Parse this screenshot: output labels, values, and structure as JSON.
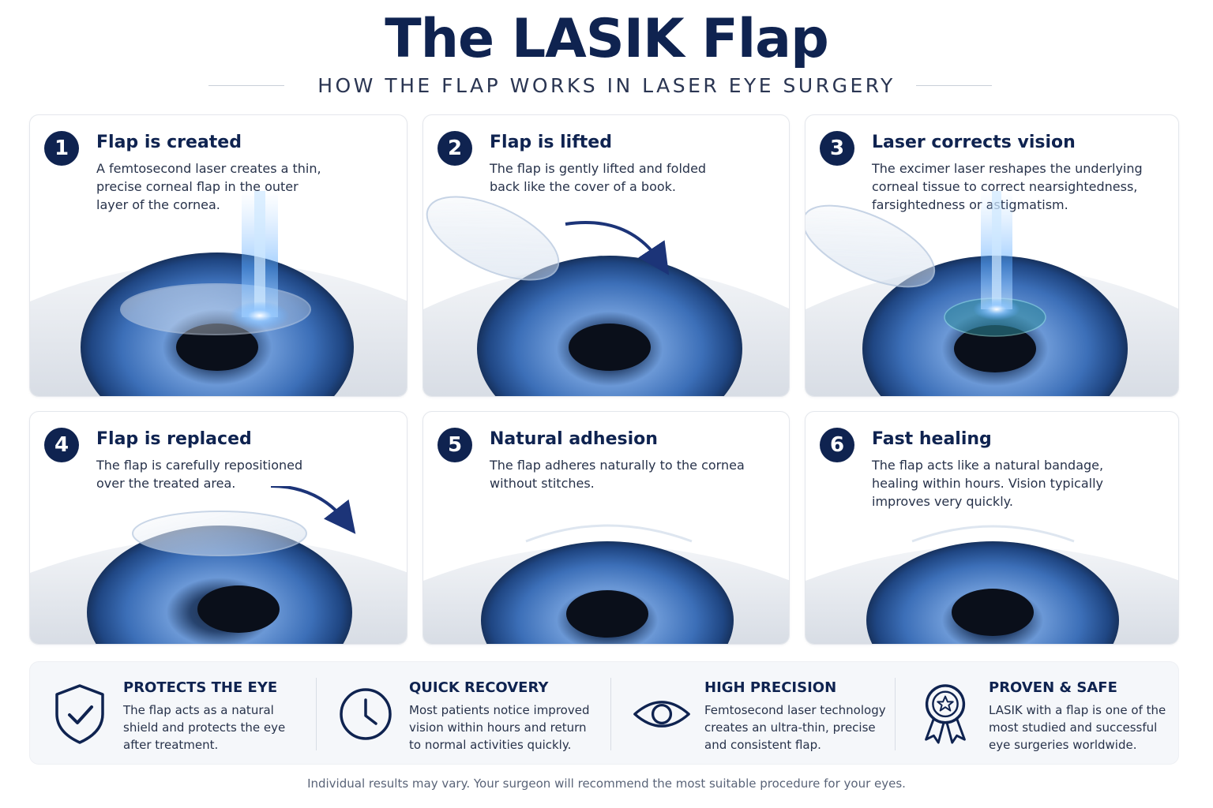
{
  "header": {
    "title": "The LASIK Flap",
    "subtitle": "HOW THE FLAP WORKS IN LASER EYE SURGERY"
  },
  "steps": [
    {
      "number": "1",
      "title": "Flap is created",
      "lines": [
        "A femtosecond laser creates a thin,",
        "precise corneal flap in the outer",
        "layer of the cornea."
      ]
    },
    {
      "number": "2",
      "title": "Flap is lifted",
      "lines": [
        "The flap is gently lifted and folded",
        "back like the cover of a book."
      ]
    },
    {
      "number": "3",
      "title": "Laser corrects vision",
      "lines": [
        "The excimer laser reshapes the underlying",
        "corneal tissue to correct nearsightedness,",
        "farsightedness or astigmatism."
      ]
    },
    {
      "number": "4",
      "title": "Flap is replaced",
      "lines": [
        "The flap is carefully repositioned",
        "over the treated area."
      ]
    },
    {
      "number": "5",
      "title": "Natural adhesion",
      "lines": [
        "The flap adheres naturally to the cornea",
        "without stitches."
      ]
    },
    {
      "number": "6",
      "title": "Fast healing",
      "lines": [
        "The flap acts like a natural bandage,",
        "healing within hours. Vision typically",
        "improves very quickly."
      ]
    }
  ],
  "benefits": [
    {
      "icon": "shield-check-icon",
      "title": "PROTECTS THE EYE",
      "lines": [
        "The flap acts as a natural",
        "shield and protects the eye",
        "after treatment."
      ]
    },
    {
      "icon": "clock-icon",
      "title": "QUICK RECOVERY",
      "lines": [
        "Most patients notice improved",
        "vision within hours and return",
        "to normal activities quickly."
      ]
    },
    {
      "icon": "eye-icon",
      "title": "HIGH PRECISION",
      "lines": [
        "Femtosecond laser technology",
        "creates an ultra-thin, precise",
        "and consistent flap."
      ]
    },
    {
      "icon": "award-ribbon-icon",
      "title": "PROVEN & SAFE",
      "lines": [
        "LASIK with a flap is one of the",
        "most studied and successful",
        "eye surgeries worldwide."
      ]
    }
  ],
  "footer": {
    "disclaimer": "Individual results may vary. Your surgeon will recommend the most suitable procedure for your eyes."
  },
  "colors": {
    "navy": "#0f2350",
    "iris": "#3a6db5",
    "laser": "#5aa9ff"
  }
}
